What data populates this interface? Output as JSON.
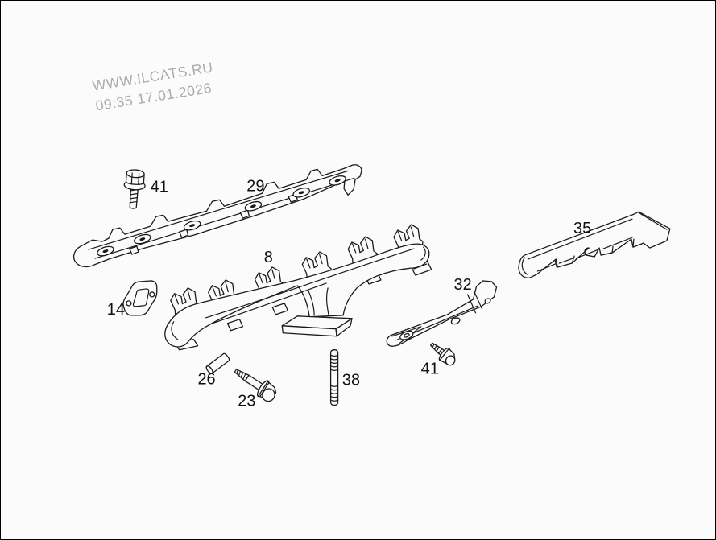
{
  "page": {
    "type": "parts-catalog-diagram",
    "background_color": "#fbfbfb",
    "border_color": "#000000",
    "line_color": "#1a1a1a"
  },
  "watermark": {
    "line1": "WWW.ILCATS.RU",
    "line2": "09:35 17.01.2026",
    "color": "#ababab"
  },
  "callouts": [
    {
      "label": "41",
      "part": "hex-flange-bolt-upper"
    },
    {
      "label": "29",
      "part": "upper-heat-shield"
    },
    {
      "label": "8",
      "part": "exhaust-manifold"
    },
    {
      "label": "14",
      "part": "exhaust-flange-gasket"
    },
    {
      "label": "26",
      "part": "dowel-pin"
    },
    {
      "label": "23",
      "part": "hex-bolt"
    },
    {
      "label": "38",
      "part": "stud-bolt"
    },
    {
      "label": "32",
      "part": "support-bracket"
    },
    {
      "label": "41",
      "part": "hex-flange-bolt-lower"
    },
    {
      "label": "35",
      "part": "lower-heat-shield"
    }
  ]
}
